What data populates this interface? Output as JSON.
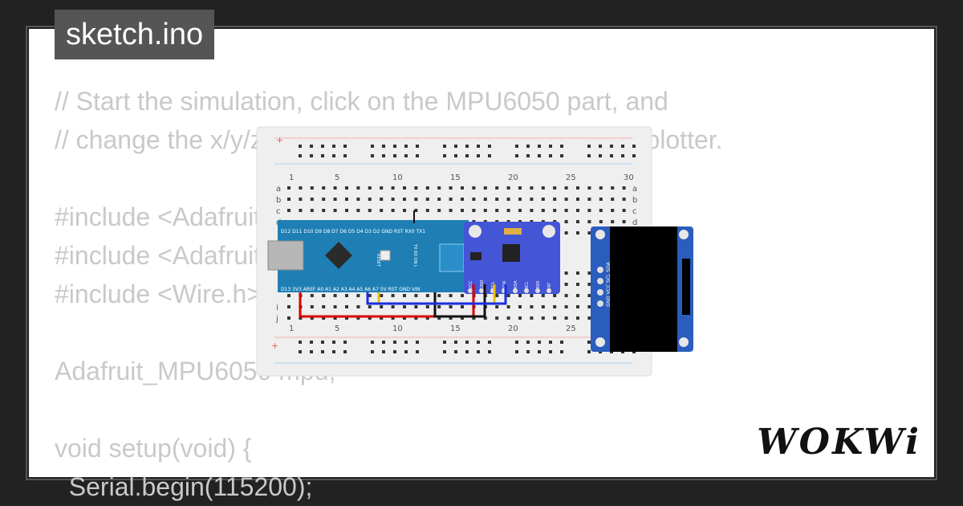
{
  "file_tab": {
    "label": "sketch.ino"
  },
  "code_lines": [
    "// Start the simulation, click on the MPU6050 part, and",
    "// change the x/y/z values to see the changes in the plotter.",
    "",
    "#include <Adafruit_MPU6050.h>",
    "#include <Adafruit_Sensor.h>",
    "#include <Wire.h>",
    "",
    "Adafruit_MPU6050 mpu;",
    "",
    "void setup(void) {",
    "  Serial.begin(115200);"
  ],
  "breadboard": {
    "column_labels": [
      "1",
      "5",
      "10",
      "15",
      "20",
      "25",
      "30"
    ],
    "row_labels_top": [
      "a",
      "b",
      "c",
      "d"
    ],
    "row_labels_bottom": [
      "i",
      "j"
    ]
  },
  "arduino": {
    "top_pins": "D12 D11 D10 D9 D8 D7 D6 D5 D4 D3 D2 GND RST RX0 TX1",
    "bottom_pins": "D13 3V3 AREF A0 A1 A2 A3 A4 A5 A6 A7 5V RST GND VIN",
    "reset_label": "RESET",
    "led_labels": "TX RX ON L"
  },
  "mpu_pins": [
    "VCC",
    "GND",
    "SCL",
    "SDA",
    "XDA",
    "XCL",
    "AD0",
    "INT"
  ],
  "oled_pins": "GND VCC SCL SDA",
  "logo": {
    "text": "WOKWi"
  },
  "colors": {
    "background": "#222222",
    "card": "#ffffff",
    "tab": "#555555",
    "code_text": "#c9c9c9",
    "arduino_board": "#1f7fb5",
    "mpu_board": "#4455d6",
    "oled_board": "#2a5dbe"
  }
}
